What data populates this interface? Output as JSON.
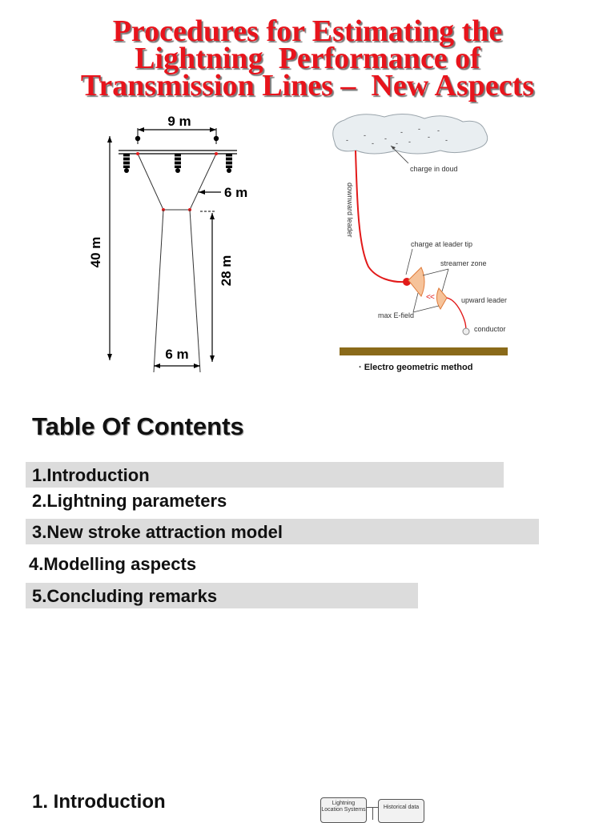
{
  "title": {
    "lines": [
      "Procedures for Estimating the",
      "Lightning  Performance of",
      "Transmission Lines –  New Aspects"
    ]
  },
  "tower_figure": {
    "top_width_label": "9 m",
    "arm_label": "6 m",
    "height_label": "40 m",
    "lower_height_label": "28 m",
    "base_width_label": "6 m"
  },
  "egm_figure": {
    "charge_in_cloud": "charge in doud",
    "downward_leader": "downward leader",
    "charge_at_tip": "charge at leader tip",
    "streamer_zone": "streamer zone",
    "upward_leader": "upward leader",
    "max_efield": "max E-field",
    "conductor": "conductor",
    "caption": "· Electro geometric method"
  },
  "toc": {
    "heading": "Table Of Contents",
    "items": [
      "1.Introduction",
      "2.Lightning parameters",
      "3.New stroke attraction model",
      "4.Modelling aspects",
      "5.Concluding remarks"
    ]
  },
  "section": {
    "heading": "1. Introduction"
  },
  "flowchart": {
    "box1": "Lightning Location Systems",
    "box2": "Historical data"
  },
  "colors": {
    "title_red": "#e8141c",
    "leader_red": "#e21a1a",
    "ground_brown": "#8a6a1a",
    "shade_gray": "#dcdcdc"
  }
}
